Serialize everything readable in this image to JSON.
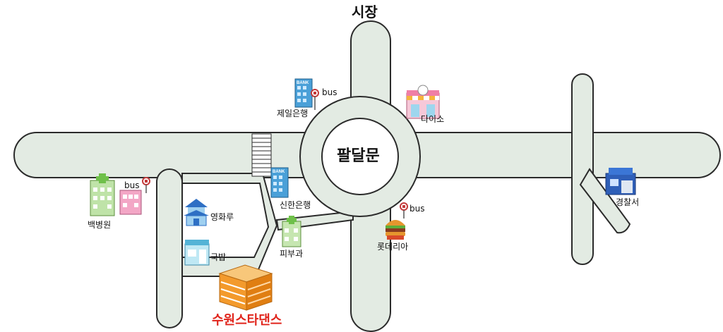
{
  "title": "",
  "colors": {
    "road_fill": "#e3ebe3",
    "road_stroke": "#2b2b2b",
    "destination_text": "#e0241b",
    "destination_building": "#f39a2c"
  },
  "labels": {
    "north_road": "시장",
    "roundabout": "팔달문",
    "bank_north": "제일은행",
    "daiso": "다이소",
    "bank_south": "신한은행",
    "police": "경찰서",
    "hospital": "백병원",
    "yeonghwaru": "영화루",
    "gukbap": "국밥",
    "dermatology": "피부과",
    "lotteria": "롯데리아",
    "destination": "수원스타댄스"
  },
  "bus_stops": {
    "north": "bus",
    "west": "bus",
    "south": "bus"
  },
  "icon_text": {
    "bank": "BANK"
  },
  "icons": [
    "bank-icon",
    "shop-icon",
    "police-station-icon",
    "hospital-icon",
    "pagoda-restaurant-icon",
    "restaurant-icon",
    "clinic-icon",
    "burger-icon",
    "bus-stop-icon",
    "building-icon"
  ]
}
